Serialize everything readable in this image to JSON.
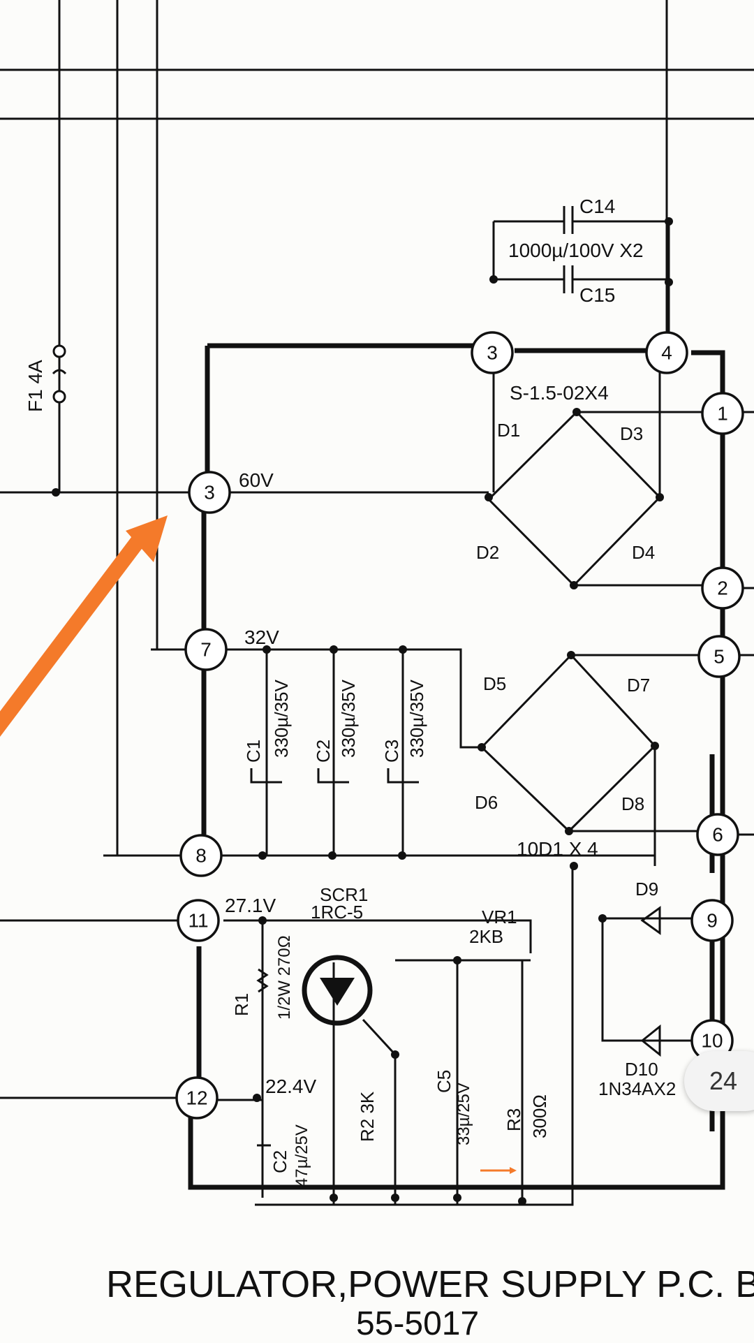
{
  "fuse": {
    "label": "F1 4A"
  },
  "terminals": [
    "3",
    "7",
    "8",
    "11",
    "12",
    "3",
    "4",
    "1",
    "2",
    "5",
    "6",
    "9",
    "10"
  ],
  "voltages": {
    "v60": "60V",
    "v32": "32V",
    "v27": "27.1V",
    "v22": "22.4V"
  },
  "capacitors": {
    "c14": "C14",
    "c15": "C15",
    "c14_15_value": "1000µ/100V X2",
    "c1": "C1",
    "c2": "C2",
    "c3": "C3",
    "c123_value": "330µ/35V",
    "c5": "C5",
    "c5_value": "33µ/25V",
    "c2b": "C2",
    "c2b_value": "47µ/25V"
  },
  "bridge1": {
    "part": "S-1.5-02X4",
    "d1": "D1",
    "d2": "D2",
    "d3": "D3",
    "d4": "D4"
  },
  "bridge2": {
    "part": "10D1 X 4",
    "d5": "D5",
    "d6": "D6",
    "d7": "D7",
    "d8": "D8"
  },
  "scr": {
    "name": "SCR1",
    "part": "1RC-5"
  },
  "resistors": {
    "r1": "R1",
    "r1_value": "1/2W 270Ω",
    "r2": "R2 3K",
    "r3": "R3",
    "r3_value": "300Ω"
  },
  "vr1": {
    "name": "VR1",
    "value": "2KB"
  },
  "diodes": {
    "d9": "D9",
    "d10": "D10",
    "d10_part": "1N34AX2"
  },
  "caption": {
    "line1": "REGULATOR,POWER SUPPLY P.C. BOA",
    "line2": "55-5017"
  },
  "page_badge": "24",
  "colors": {
    "arrow": "#f47a2a",
    "ink": "#111111"
  }
}
